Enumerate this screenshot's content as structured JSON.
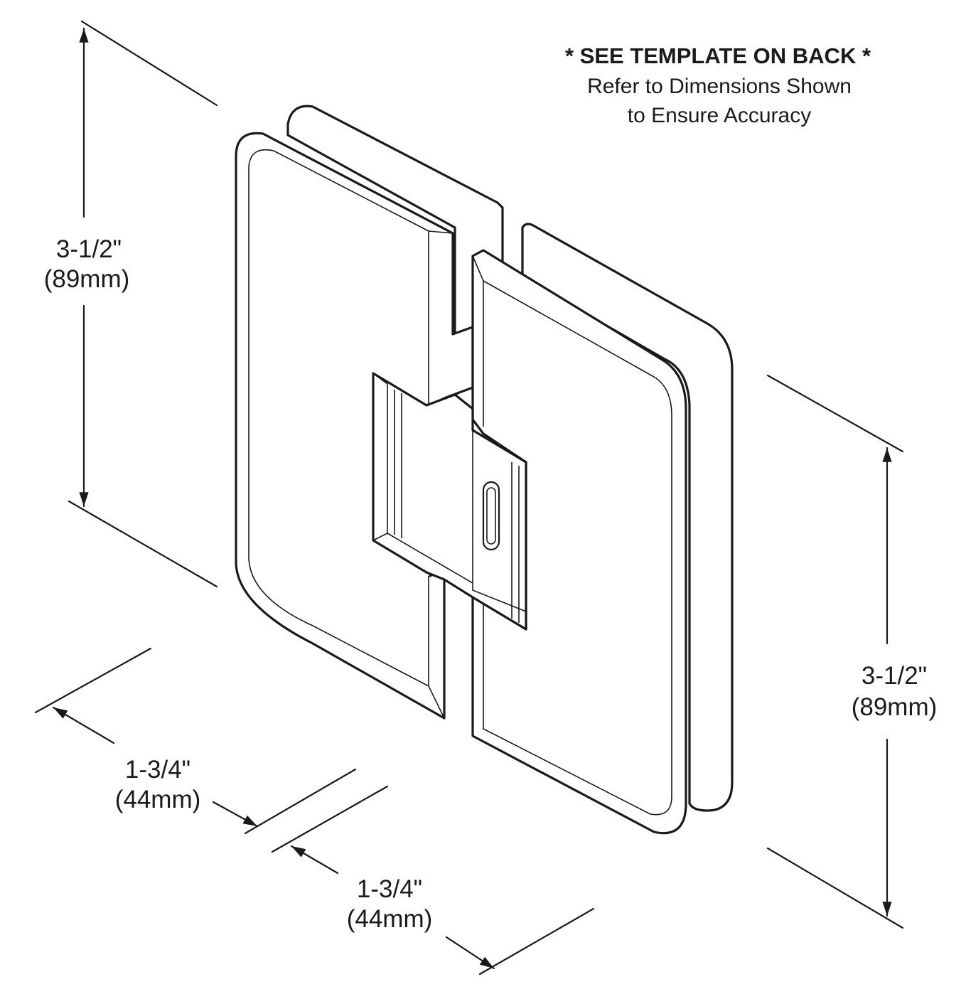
{
  "note": {
    "heading": "* SEE TEMPLATE ON BACK *",
    "line1": "Refer to Dimensions Shown",
    "line2": "to Ensure Accuracy"
  },
  "dimensions": {
    "left_height": {
      "imperial": "3-1/2\"",
      "metric": "(89mm)"
    },
    "right_height": {
      "imperial": "3-1/2\"",
      "metric": "(89mm)"
    },
    "left_width": {
      "imperial": "1-3/4\"",
      "metric": "(44mm)"
    },
    "right_width": {
      "imperial": "1-3/4\"",
      "metric": "(44mm)"
    }
  }
}
